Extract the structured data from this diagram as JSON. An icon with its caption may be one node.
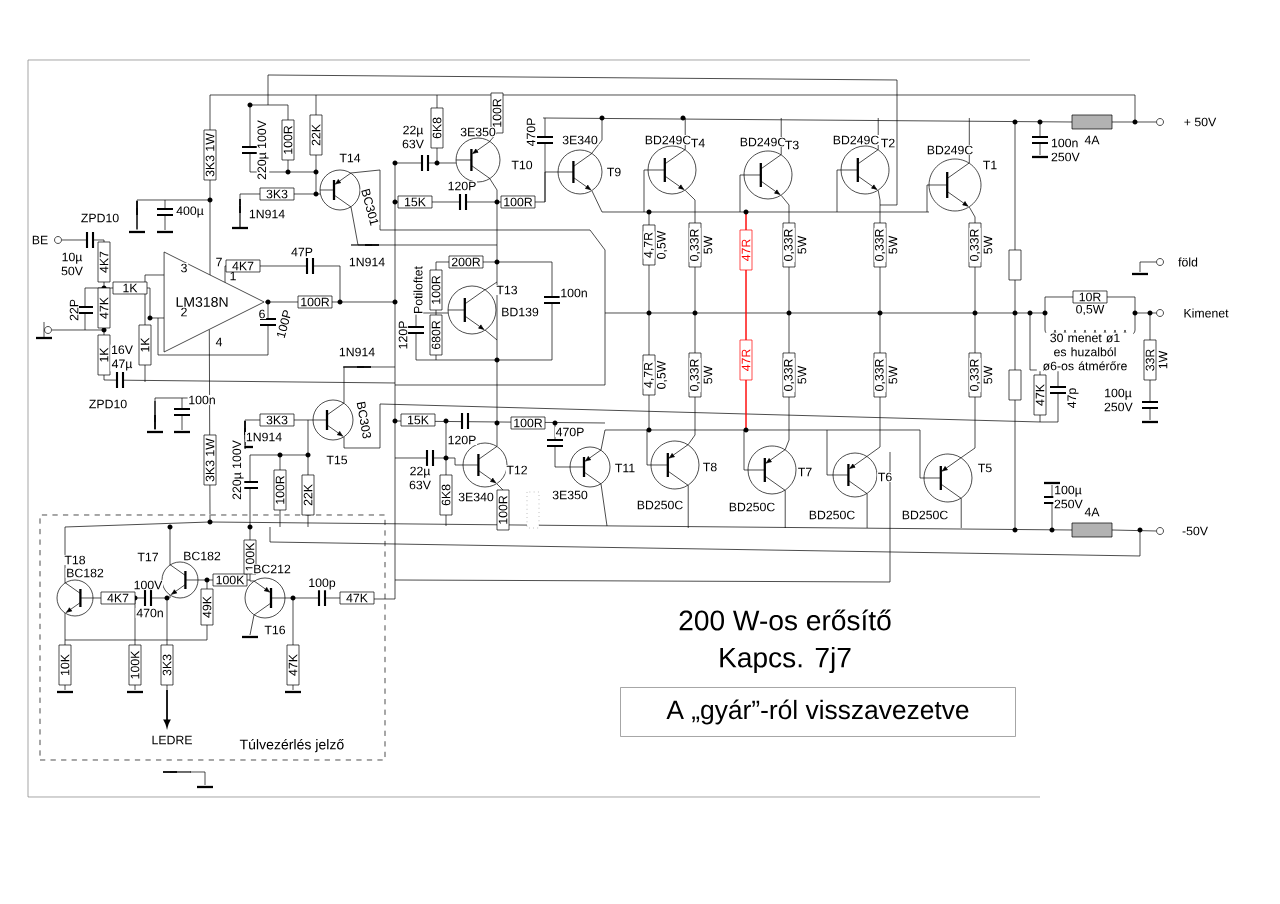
{
  "diagram": {
    "nodes": [
      {
        "text": [
          "LM318N"
        ]
      },
      {
        "text": [
          "A „gyár”-ról visszavezetve"
        ]
      },
      {
        "text": [
          "Túlvezérlés jelző"
        ]
      }
    ],
    "edges": [
      {
        "from": 0,
        "to": 2,
        "arrow": "none"
      }
    ],
    "labels": [
      "3K3 1W",
      "220µ 100V",
      "100R",
      "22K",
      "T14",
      "3K3",
      "1N914",
      "BC301",
      "ZPD10",
      "400µ",
      "BE",
      "10µ 50V",
      "4K7",
      "3",
      "7",
      "1",
      "4K7",
      "47P",
      "1N914",
      "1K",
      "100R",
      "22P",
      "47K",
      "2",
      "6",
      "100P",
      "1K",
      "4",
      "1K",
      "16V 47µ",
      "ZPD10",
      "100n",
      "6K8",
      "100R",
      "3E350",
      "22µ 63V",
      "T10",
      "120P",
      "15K",
      "100R",
      "470P",
      "3E340",
      "T9",
      "BD249C",
      "T4",
      "BD249C",
      "T3",
      "BD249C",
      "T2",
      "BD249C",
      "T1",
      "Potiloftet",
      "200R",
      "100R",
      "T13",
      "BD139",
      "100n",
      "120P",
      "680R",
      "4,7R",
      "0,5W",
      "0,33R",
      "5W",
      "47R",
      "0,33R",
      "5W",
      "0,33R",
      "5W",
      "0,33R",
      "5W",
      "+ 50V",
      "100n 250V",
      "4A",
      "föld",
      "10R",
      "0,5W",
      "Kimenet",
      "30 menet ø1 es huzalból ø6-os átmérőre",
      "33R",
      "1W",
      "47K",
      "47p",
      "100µ 250V",
      "4,7R",
      "0,5W",
      "0,33R",
      "5W",
      "47R",
      "0,33R",
      "5W",
      "0,33R",
      "5W",
      "0,33R",
      "5W",
      "1N914",
      "3K3",
      "1N914",
      "BC303",
      "T15",
      "220µ 100V",
      "100R",
      "22K",
      "3K3 1W",
      "15K",
      "120P",
      "100R",
      "470P",
      "22µ 63V",
      "T12",
      "6K8",
      "3E340",
      "100R",
      "T11",
      "3E350",
      "T8",
      "BD250C",
      "T7",
      "BD250C",
      "T6",
      "BD250C",
      "T5",
      "BD250C",
      "100µ 250V",
      "4A",
      "-50V",
      "T18",
      "BC182",
      "T17",
      "BC182",
      "4K7",
      "100V",
      "470n",
      "49K",
      "100K",
      "100K",
      "BC212",
      "100p",
      "47K",
      "T16",
      "10K",
      "100K",
      "3K3",
      "47K",
      "LEDRE",
      "200 W-os erősítő",
      "Kapcs. 7j7"
    ]
  }
}
